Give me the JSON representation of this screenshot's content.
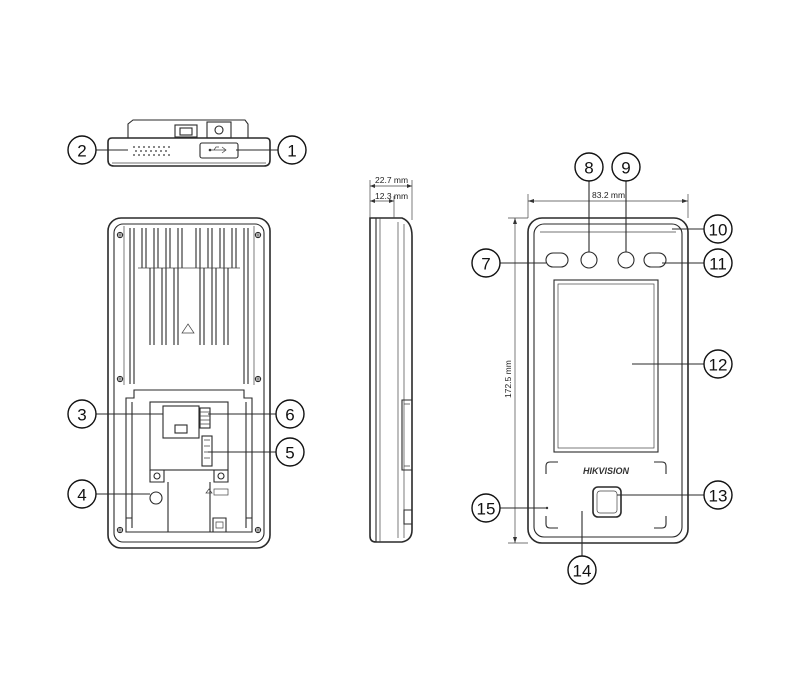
{
  "brand": "HIKVISION",
  "dimensions": {
    "depth_total": "22.7 mm",
    "depth_body": "12.3 mm",
    "width": "83.2 mm",
    "height": "172.5 mm"
  },
  "callouts": [
    "1",
    "2",
    "3",
    "4",
    "5",
    "6",
    "7",
    "8",
    "9",
    "10",
    "11",
    "12",
    "13",
    "14",
    "15"
  ]
}
